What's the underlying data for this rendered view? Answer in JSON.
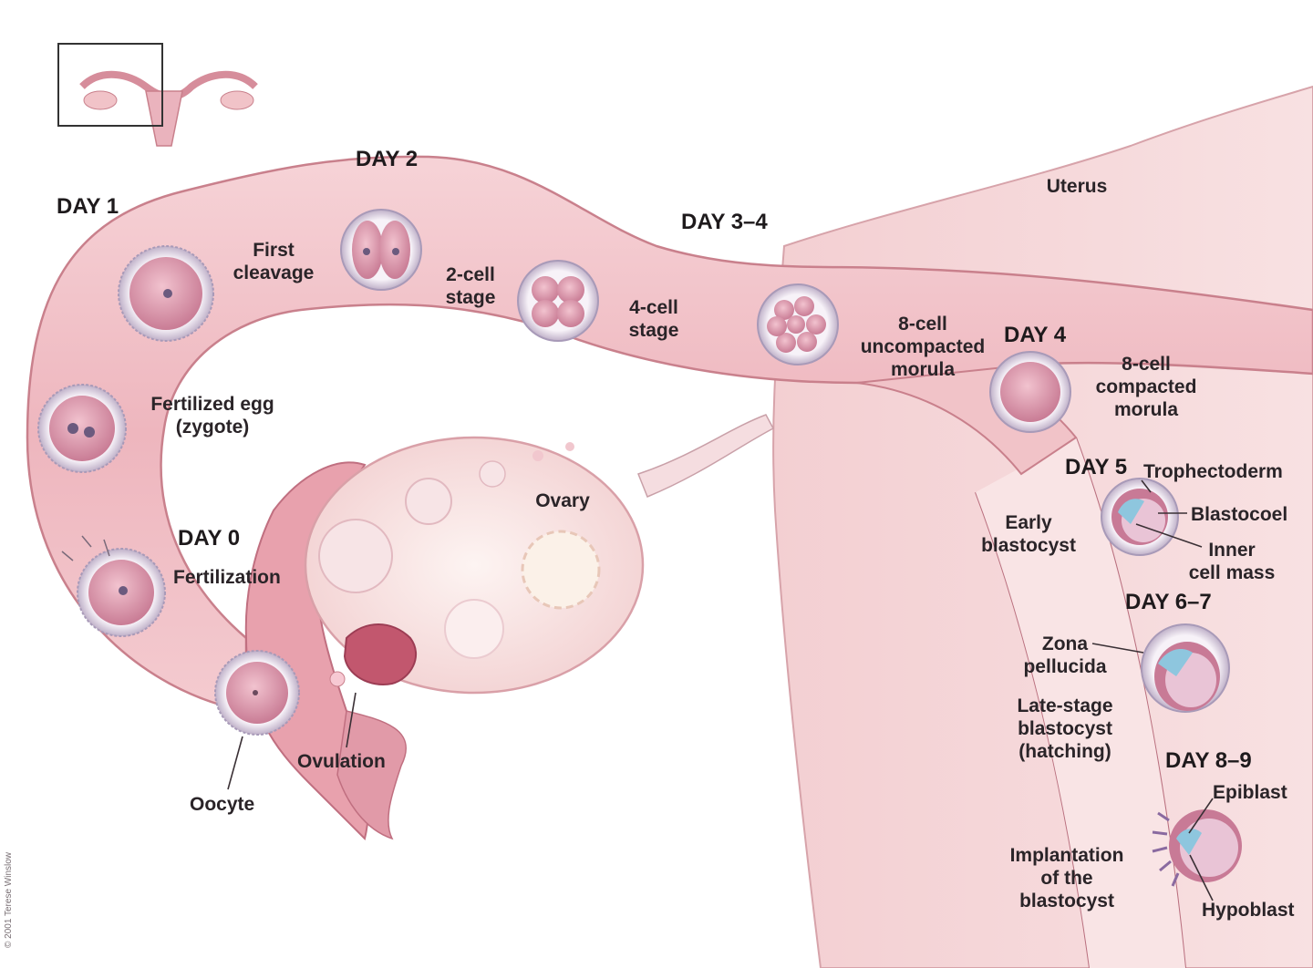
{
  "days": {
    "day1": "DAY 1",
    "day2": "DAY 2",
    "day34": "DAY 3–4",
    "day4": "DAY 4",
    "day5": "DAY 5",
    "day0": "DAY 0",
    "day67": "DAY 6–7",
    "day89": "DAY 8–9"
  },
  "labels": {
    "uterus": "Uterus",
    "first_cleavage": [
      "First",
      "cleavage"
    ],
    "two_cell": [
      "2-cell",
      "stage"
    ],
    "four_cell": [
      "4-cell",
      "stage"
    ],
    "eight_cell_uncompacted": [
      "8-cell",
      "uncompacted",
      "morula"
    ],
    "eight_cell_compacted": [
      "8-cell",
      "compacted",
      "morula"
    ],
    "fertilized_egg": [
      "Fertilized egg",
      "(zygote)"
    ],
    "ovary": "Ovary",
    "fertilization": "Fertilization",
    "ovulation": "Ovulation",
    "oocyte": "Oocyte",
    "early_blastocyst": [
      "Early",
      "blastocyst"
    ],
    "trophectoderm": "Trophectoderm",
    "blastocoel": "Blastocoel",
    "inner_cell_mass": [
      "Inner",
      "cell mass"
    ],
    "zona_pellucida": [
      "Zona",
      "pellucida"
    ],
    "late_stage_blastocyst": [
      "Late-stage",
      "blastocyst",
      "(hatching)"
    ],
    "implantation": [
      "Implantation",
      "of the",
      "blastocyst"
    ],
    "epiblast": "Epiblast",
    "hypoblast": "Hypoblast"
  },
  "credit": "© 2001 Terese Winslow",
  "colors": {
    "tube": "#f1c3c8",
    "tube_edge": "#c9808c",
    "uterus": "#f6d8da",
    "cell": "#e8a7b6",
    "zona": "#f3eef6",
    "ovary": "#fbecea"
  }
}
